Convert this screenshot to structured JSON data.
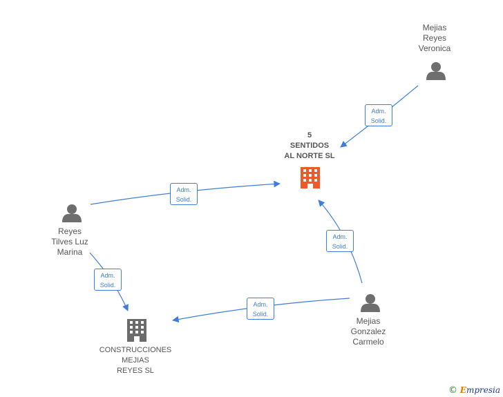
{
  "nodes": {
    "company_main": {
      "lines": [
        "5",
        "SENTIDOS",
        "AL NORTE  SL"
      ],
      "color": "#f05a28",
      "icon": "building-icon"
    },
    "company_construcciones": {
      "lines": [
        "CONSTRUCCIONES",
        "MEJIAS",
        "REYES SL"
      ],
      "color": "#6b6b6b",
      "icon": "building-icon"
    },
    "person_veronica": {
      "lines": [
        "Mejias",
        "Reyes",
        "Veronica"
      ],
      "icon": "person-icon"
    },
    "person_reyes_marina": {
      "lines": [
        "Reyes",
        "Tilves Luz",
        "Marina"
      ],
      "icon": "person-icon"
    },
    "person_carmelo": {
      "lines": [
        "Mejias",
        "Gonzalez",
        "Carmelo"
      ],
      "icon": "person-icon"
    }
  },
  "edges": [
    {
      "id": "veronica-to-main",
      "label": [
        "Adm.",
        "Solid."
      ]
    },
    {
      "id": "marina-to-main",
      "label": [
        "Adm.",
        "Solid."
      ]
    },
    {
      "id": "carmelo-to-main",
      "label": [
        "Adm.",
        "Solid."
      ]
    },
    {
      "id": "marina-to-construcciones",
      "label": [
        "Adm.",
        "Solid."
      ]
    },
    {
      "id": "carmelo-to-construcciones",
      "label": [
        "Adm.",
        "Solid."
      ]
    }
  ],
  "colors": {
    "edge": "#3d7ed8",
    "person": "#6e6e6e"
  },
  "footer": {
    "copyright": "©",
    "brand_initial": "E",
    "brand_rest": "mpresia"
  }
}
